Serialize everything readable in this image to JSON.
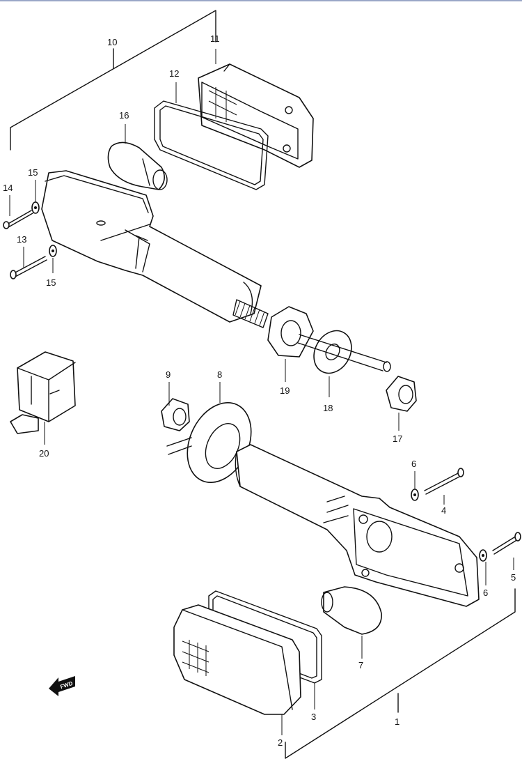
{
  "callouts": {
    "c1": "1",
    "c2": "2",
    "c3": "3",
    "c4": "4",
    "c5": "5",
    "c6a": "6",
    "c6b": "6",
    "c7": "7",
    "c8": "8",
    "c9": "9",
    "c10": "10",
    "c11": "11",
    "c12": "12",
    "c13": "13",
    "c14": "14",
    "c15a": "15",
    "c15b": "15",
    "c16": "16",
    "c17": "17",
    "c18": "18",
    "c19": "19",
    "c20": "20"
  },
  "fwd_badge": "FWD"
}
